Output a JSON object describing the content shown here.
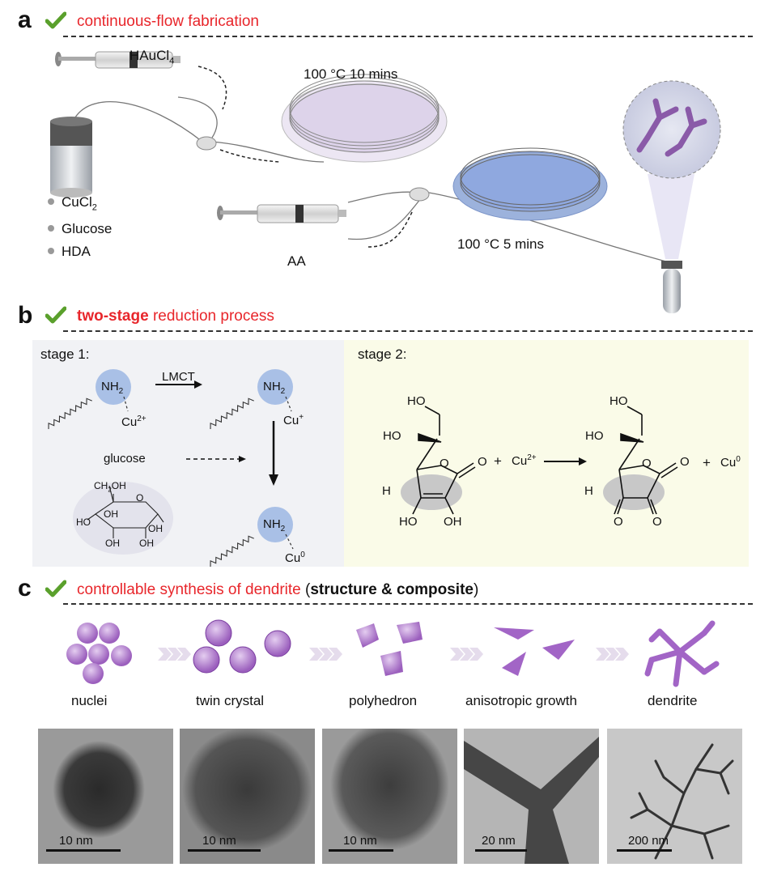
{
  "panel_a": {
    "letter": "a",
    "title": "continuous-flow fabrication",
    "syringe1_label": "HAuCl",
    "syringe1_sub": "4",
    "coil1_label": "100 °C  10 mins",
    "coil2_label": "100 °C  5 mins",
    "syringe2_label": "AA",
    "vial_items": [
      {
        "text": "CuCl",
        "sub": "2"
      },
      {
        "text": "Glucose",
        "sub": ""
      },
      {
        "text": "HDA",
        "sub": ""
      }
    ]
  },
  "panel_b": {
    "letter": "b",
    "title_bold": "two-stage",
    "title_rest": " reduction process",
    "stage1_label": "stage 1:",
    "stage2_label": "stage 2:",
    "lmct": "LMCT",
    "glucose": "glucose",
    "nh2": "NH",
    "nh2_sub": "2",
    "cu2": "Cu",
    "cu2_sup": "2+",
    "cu1": "Cu",
    "cu1_sup": "+",
    "cu0": "Cu",
    "cu0_sup": "0",
    "ch2oh": "CH",
    "oh": "OH",
    "ho": "HO",
    "h": "H",
    "o": "O",
    "plus": "+",
    "colors": {
      "stage1_bg": "#f1f2f5",
      "stage2_bg": "#fafbe8",
      "nh2_bubble": "#a9c0e6",
      "highlight": "#c8c8c8"
    }
  },
  "panel_c": {
    "letter": "c",
    "title_red": "controllable synthesis of dendrite",
    "title_open": " (",
    "title_bold": "structure & composite",
    "title_close": ")",
    "stages": [
      "nuclei",
      "twin crystal",
      "polyhedron",
      "anisotropic growth",
      "dendrite"
    ],
    "scale_bars": [
      "10 nm",
      "10 nm",
      "10 nm",
      "20 nm",
      "200 nm"
    ],
    "colors": {
      "particle": "#b07cc8",
      "chevron": "#e5dcec"
    }
  }
}
